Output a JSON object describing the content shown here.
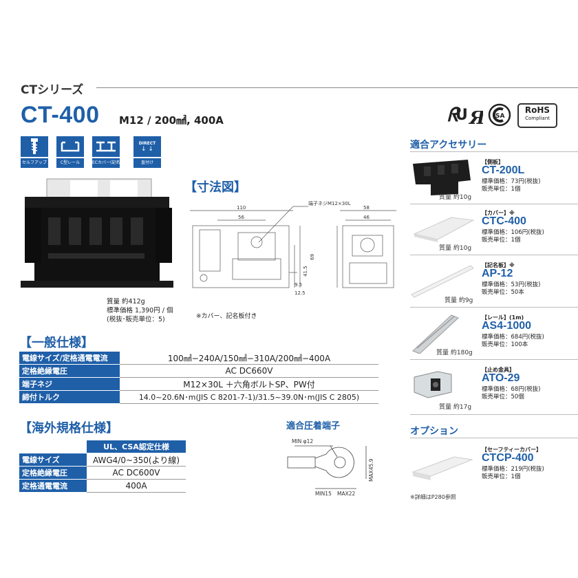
{
  "header": {
    "series": "CTシリーズ",
    "model": "CT-400",
    "model_sub": "M12 / 200㎟, 400A"
  },
  "certs": {
    "ul_icon": "ul-recognized-icon",
    "csa_icon": "csa-icon",
    "rohs_main": "RoHS",
    "rohs_sub": "Compliant"
  },
  "features": [
    {
      "icon": "screw-icon",
      "label": "セルフアップ"
    },
    {
      "icon": "c-rail-icon",
      "label": "C型レール"
    },
    {
      "icon": "ec-rail-icon",
      "label": "ECカバー(記名板カバー)"
    },
    {
      "icon": "direct-mount-icon",
      "icon_text": "DIRECT",
      "label": "直付け"
    }
  ],
  "product": {
    "weight": "質量 約412g",
    "price": "標準価格 1,390円 / 個",
    "unit": "(税抜･販売単位：5)"
  },
  "dimension": {
    "heading": "【寸法図】",
    "screw_label": "端子ネジM12×30L",
    "dims": [
      "110",
      "56",
      "58",
      "46",
      "69",
      "41.5",
      "9.5",
      "12.5"
    ],
    "note": "※カバー、記名板付き"
  },
  "general": {
    "heading": "【一般仕様】",
    "rows": [
      {
        "key": "電線サイズ/定格通電電流",
        "value": "100㎟−240A/150㎟−310A/200㎟−400A"
      },
      {
        "key": "定格絶縁電圧",
        "value": "AC DC660V"
      },
      {
        "key": "端子ネジ",
        "value": "M12×30L ＋六角ボルトSP、PW付"
      },
      {
        "key": "締付トルク",
        "value": "14.0~20.6N･m(JIS C 8201-7-1)/31.5~39.0N･m(JIS C 2805)"
      }
    ]
  },
  "overseas": {
    "heading": "【海外規格仕様】",
    "col_header": "UL、CSA認定仕様",
    "rows": [
      {
        "key": "電線サイズ",
        "value": "AWG4/0~350(より線)"
      },
      {
        "key": "定格絶縁電圧",
        "value": "AC DC600V"
      },
      {
        "key": "定格通電電流",
        "value": "400A"
      }
    ]
  },
  "crimp": {
    "heading": "適合圧着端子",
    "labels": [
      "MIN φ12",
      "MAX45.9",
      "MIN15",
      "MAX22"
    ]
  },
  "accessories": {
    "heading": "適合アクセサリー",
    "items": [
      {
        "category": "【側板】",
        "name": "CT-200L",
        "price": "標準価格：73円(税抜)",
        "unit": "販売単位：1個",
        "weight": "質量 約10g",
        "icon": "side-plate-image"
      },
      {
        "category": "【カバー】※",
        "name": "CTC-400",
        "price": "標準価格：106円(税抜)",
        "unit": "販売単位：1個",
        "weight": "質量 約10g",
        "icon": "cover-image"
      },
      {
        "category": "【記名板】※",
        "name": "AP-12",
        "price": "標準価格：53円(税抜)",
        "unit": "販売単位：50本",
        "weight": "質量 約9g",
        "icon": "name-plate-image"
      },
      {
        "category": "【レール】(1m)",
        "name": "AS4-1000",
        "price": "標準価格：684円(税抜)",
        "unit": "販売単位：100本",
        "weight": "質量 約180g",
        "icon": "rail-image"
      },
      {
        "category": "【止め金具】",
        "name": "ATO-29",
        "price": "標準価格：68円(税抜)",
        "unit": "販売単位：50個",
        "weight": "質量 約17g",
        "icon": "stopper-image"
      }
    ]
  },
  "option": {
    "heading": "オプション",
    "category": "【セーフティーカバー】",
    "name": "CTCP-400",
    "price": "標準価格：219円(税抜)",
    "unit": "販売単位：1個",
    "footnote": "※詳細はP280参照"
  }
}
